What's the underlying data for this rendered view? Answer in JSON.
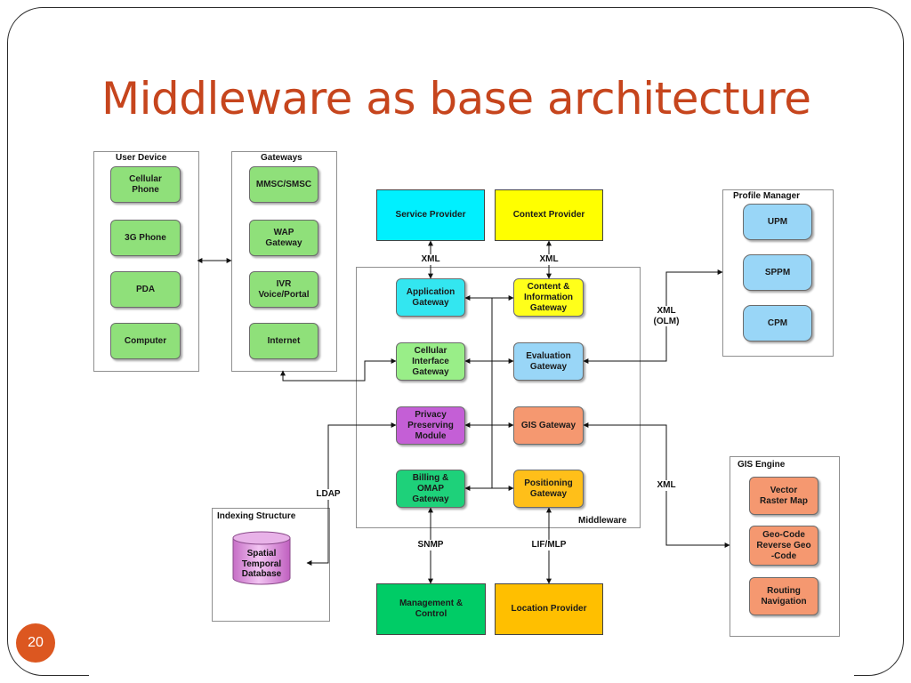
{
  "slide": {
    "title": "Middleware as base architecture",
    "page_number": "20"
  },
  "groups": {
    "user_device": "User Device",
    "gateways": "Gateways",
    "middleware": "Middleware",
    "profile_manager": "Profile Manager",
    "gis_engine": "GIS Engine",
    "indexing_structure": "Indexing Structure"
  },
  "nodes": {
    "cellular_phone": "Cellular\nPhone",
    "phone_3g": "3G Phone",
    "pda": "PDA",
    "computer": "Computer",
    "mmsc_smsc": "MMSC/SMSC",
    "wap_gateway": "WAP\nGateway",
    "ivr_voice_portal": "IVR\nVoice/Portal",
    "internet": "Internet",
    "service_provider": "Service Provider",
    "context_provider": "Context Provider",
    "application_gateway": "Application\nGateway",
    "content_info_gateway": "Content &\nInformation\nGateway",
    "cellular_interface_gateway": "Cellular\nInterface\nGateway",
    "evaluation_gateway": "Evaluation\nGateway",
    "privacy_preserving_module": "Privacy\nPreserving\nModule",
    "gis_gateway": "GIS Gateway",
    "billing_omap_gateway": "Billing &\nOMAP\nGateway",
    "positioning_gateway": "Positioning\nGateway",
    "upm": "UPM",
    "sppm": "SPPM",
    "cpm": "CPM",
    "vector_raster_map": "Vector\nRaster Map",
    "geo_code": "Geo-Code\nReverse Geo\n-Code",
    "routing_navigation": "Routing\nNavigation",
    "spatial_temporal_db": "Spatial\nTemporal\nDatabase",
    "management_control": "Management &\nControl",
    "location_provider": "Location Provider"
  },
  "edge_labels": {
    "xml_service": "XML",
    "xml_context": "XML",
    "xml_olm": "XML\n(OLM)",
    "xml_gis": "XML",
    "ldap": "LDAP",
    "snmp": "SNMP",
    "lif_mlp": "LIF/MLP"
  },
  "colors": {
    "title": "#c6451d",
    "page_badge": "#dc5720",
    "device_green": "#8fe07a",
    "service_cyan": "#00f0ff",
    "context_yellow": "#ffff00",
    "app_cyan": "#33e6f0",
    "content_yellow": "#ffff1a",
    "cellular_green": "#99ee88",
    "evaluation_blue": "#99d6f7",
    "privacy_purple": "#c45fd6",
    "gis_orange": "#f59870",
    "billing_green": "#1ed17a",
    "positioning_orange": "#ffbf19",
    "profile_blue": "#99d6f7",
    "gis_engine_orange": "#f59870",
    "db_pink": "#e7a2e7",
    "management_green": "#00cc66",
    "location_orange": "#ffbf00"
  }
}
